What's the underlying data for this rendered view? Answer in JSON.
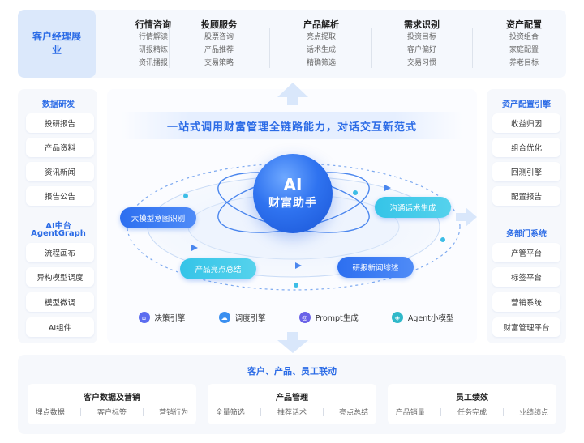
{
  "top": {
    "role": "客户经理展业",
    "columns": [
      {
        "title": "行情咨询",
        "items": [
          "行情解读",
          "研报精炼",
          "资讯播报"
        ]
      },
      {
        "title": "投顾服务",
        "items": [
          "股票咨询",
          "产品推荐",
          "交易策略"
        ]
      },
      {
        "title": "产品解析",
        "items": [
          "亮点提取",
          "话术生成",
          "精确筛选"
        ]
      },
      {
        "title": "需求识别",
        "items": [
          "投资目标",
          "客户偏好",
          "交易习惯"
        ]
      },
      {
        "title": "资产配置",
        "items": [
          "投资组合",
          "家庭配置",
          "养老目标"
        ]
      }
    ]
  },
  "left": {
    "sections": [
      {
        "title": "数据研发",
        "items": [
          "投研报告",
          "产品资料",
          "资讯新闻",
          "报告公告"
        ]
      },
      {
        "title_line1": "AI中台",
        "title_line2": "AgentGraph",
        "items": [
          "流程画布",
          "异构模型调度",
          "模型微调",
          "AI组件"
        ]
      }
    ]
  },
  "right": {
    "sections": [
      {
        "title": "资产配置引擎",
        "items": [
          "收益归因",
          "组合优化",
          "回测引擎",
          "配置报告"
        ]
      },
      {
        "title": "多部门系统",
        "items": [
          "产管平台",
          "标签平台",
          "营销系统",
          "财富管理平台"
        ]
      }
    ]
  },
  "center": {
    "headline": "一站式调用财富管理全链路能力，对话交互新范式",
    "core_line1": "AI",
    "core_line2": "财富助手",
    "labels": {
      "intent": "大模型意图识别",
      "script": "沟通话术生成",
      "highlights": "产品亮点总结",
      "research": "研报新闻综述"
    },
    "engines": [
      {
        "label": "决策引擎",
        "icon": "decision-icon",
        "color": "#5b6cf0"
      },
      {
        "label": "调度引擎",
        "icon": "cloud-icon",
        "color": "#3a8ff0"
      },
      {
        "label": "Prompt生成",
        "icon": "prompt-icon",
        "color": "#6a62e8"
      },
      {
        "label": "Agent小模型",
        "icon": "agent-icon",
        "color": "#2fb8c9"
      }
    ]
  },
  "bottom": {
    "title": "客户、产品、员工联动",
    "boxes": [
      {
        "title": "客户数据及营销",
        "items": [
          "埋点数据",
          "客户标签",
          "营销行为"
        ]
      },
      {
        "title": "产品管理",
        "items": [
          "全量筛选",
          "推荐话术",
          "亮点总结"
        ]
      },
      {
        "title": "员工绩效",
        "items": [
          "产品销量",
          "任务完成",
          "业绩绩点"
        ]
      }
    ]
  },
  "colors": {
    "accent": "#2b6be6",
    "teal": "#3cc6e8",
    "panel": "#f6f8fc"
  }
}
